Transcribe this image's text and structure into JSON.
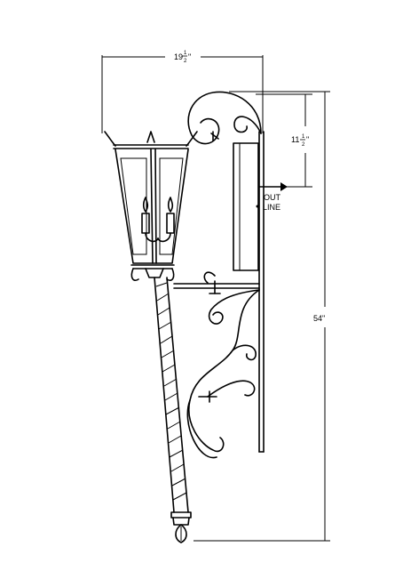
{
  "dimensions": {
    "width_label": "19",
    "width_frac_num": "1",
    "width_frac_den": "2",
    "width_unit": "\"",
    "height_top_label": "11",
    "height_top_frac_num": "1",
    "height_top_frac_den": "2",
    "height_top_unit": "\"",
    "total_height_label": "54\""
  },
  "outlet": {
    "line1": "OUT",
    "line2": "LINE"
  },
  "colors": {
    "line": "#000000",
    "background": "#ffffff"
  }
}
